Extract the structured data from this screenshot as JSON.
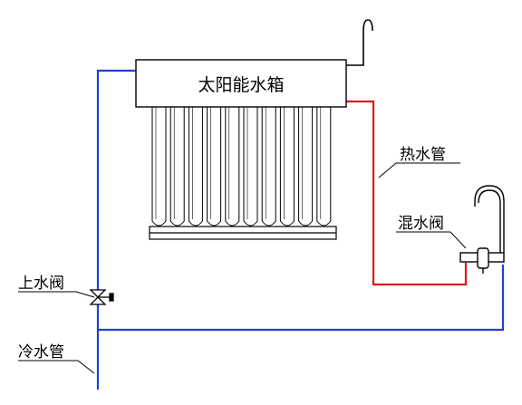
{
  "diagram": {
    "tank_label": "太阳能水箱",
    "hot_pipe_label": "热水管",
    "mixing_valve_label": "混水阀",
    "inlet_valve_label": "上水阀",
    "cold_pipe_label": "冷水管",
    "colors": {
      "cold_pipe": "#1f3fd0",
      "hot_pipe": "#e01818",
      "outline": "#000000"
    }
  }
}
